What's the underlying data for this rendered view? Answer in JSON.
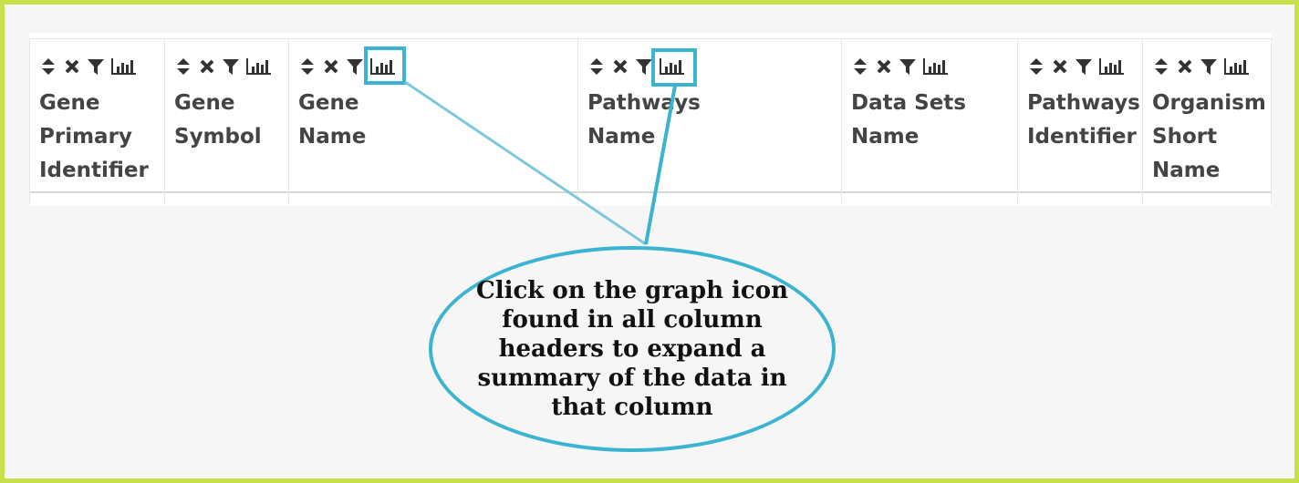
{
  "table": {
    "columns": [
      {
        "id": "gene-primary-identifier",
        "label": "Gene\nPrimary\nIdentifier"
      },
      {
        "id": "gene-symbol",
        "label": "Gene\nSymbol"
      },
      {
        "id": "gene-name",
        "label": "Gene\nName"
      },
      {
        "id": "pathways-name",
        "label": "Pathways\nName"
      },
      {
        "id": "data-sets-name",
        "label": "Data Sets\nName"
      },
      {
        "id": "pathways-identifier",
        "label": "Pathways\nIdentifier"
      },
      {
        "id": "organism-short-name",
        "label": "Organism\nShort\nName"
      }
    ],
    "header_icons": [
      "sort-icon",
      "remove-column-icon",
      "filter-icon",
      "graph-summary-icon"
    ]
  },
  "callout": {
    "text": "Click on the graph icon found in all column headers to expand a summary of the data in that column"
  },
  "colors": {
    "frame": "#c8e04c",
    "highlight": "#3ab4d0",
    "text": "#444444",
    "background": "#f6f6f6"
  }
}
